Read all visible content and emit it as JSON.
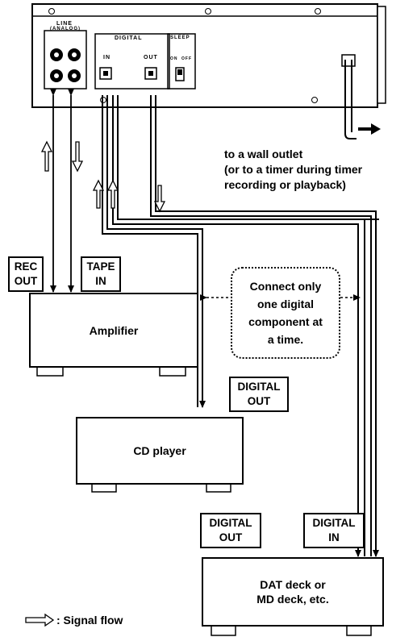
{
  "panel": {
    "line_label": "LINE",
    "analog_label": "(ANALOG)",
    "digital_label": "DIGITAL",
    "digital_in": "IN",
    "digital_out": "OUT",
    "sleep_label": "SLEEP",
    "sleep_on": "ON",
    "sleep_off": "OFF"
  },
  "wall_note": {
    "line1": "to a wall outlet",
    "line2": "(or to a timer during timer",
    "line3": "recording or playback)"
  },
  "amplifier": {
    "name": "Amplifier",
    "rec_out_1": "REC",
    "rec_out_2": "OUT",
    "tape_in_1": "TAPE",
    "tape_in_2": "IN"
  },
  "cd_player": {
    "name": "CD player",
    "digital_out_1": "DIGITAL",
    "digital_out_2": "OUT"
  },
  "dat_deck": {
    "name_1": "DAT deck or",
    "name_2": "MD deck, etc.",
    "digital_out_1": "DIGITAL",
    "digital_out_2": "OUT",
    "digital_in_1": "DIGITAL",
    "digital_in_2": "IN"
  },
  "connect_note": {
    "line1": "Connect only",
    "line2": "one digital",
    "line3": "component at",
    "line4": "a time."
  },
  "legend": {
    "text": ": Signal flow"
  }
}
